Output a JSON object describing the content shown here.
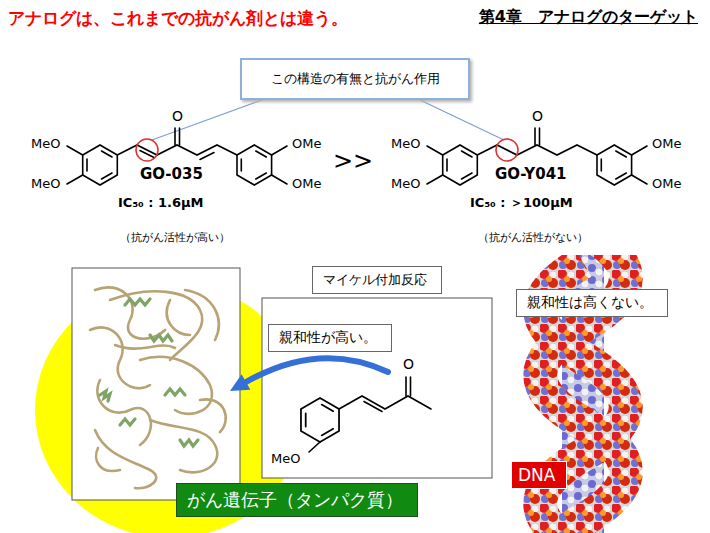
{
  "diagram": {
    "title": "アナログは、これまでの抗がん剤とは違う。",
    "nodes": [
      {
        "text": [
          "この構造の有無と抗がん作用"
        ]
      },
      {
        "text": [
          "マイケル付加反応"
        ]
      },
      {
        "text": [
          "親和性が高い。"
        ]
      },
      {
        "text": [
          "親和性は高くない。"
        ]
      },
      {
        "text": [
          "がん遺伝子（タンパク質）"
        ]
      },
      {
        "text": [
          "DNA"
        ]
      }
    ],
    "labels": [
      "第4章　アナログのターゲット",
      "MeO",
      "MeO",
      "O",
      "OMe",
      "OMe",
      "GO-035",
      "IC₅₀ : 1.6μM",
      "（抗がん活性が高い）",
      ">>",
      "MeO",
      "MeO",
      "O",
      "OMe",
      "OMe",
      "GO-Y041",
      "IC₅₀ : ＞100μM",
      "（抗がん活性がない）",
      "MeO",
      "O"
    ]
  }
}
